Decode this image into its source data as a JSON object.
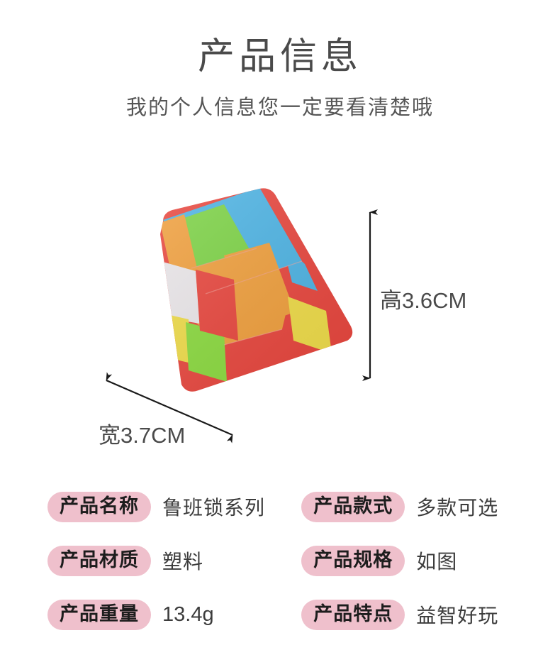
{
  "header": {
    "title": "产品信息",
    "subtitle": "我的个人信息您一定要看清楚哦"
  },
  "product_image": {
    "alt_name": "luban-lock-puzzle-cube",
    "shape": "truncated-pyramid",
    "colors": {
      "blue": "#4db9ec",
      "green": "#7fda45",
      "orange": "#f9a43c",
      "red": "#f1463d",
      "yellow": "#f8e449",
      "white": "#f3eff2",
      "light_green": "#8ee23e"
    }
  },
  "dimensions": {
    "height_label": "高3.6CM",
    "width_label": "宽3.7CM",
    "line_color": "#1a1a1a"
  },
  "specs": {
    "rows": [
      {
        "left": {
          "label": "产品名称",
          "value": "鲁班锁系列"
        },
        "right": {
          "label": "产品款式",
          "value": "多款可选"
        }
      },
      {
        "left": {
          "label": "产品材质",
          "value": "塑料"
        },
        "right": {
          "label": "产品规格",
          "value": "如图"
        }
      },
      {
        "left": {
          "label": "产品重量",
          "value": "13.4g"
        },
        "right": {
          "label": "产品特点",
          "value": "益智好玩"
        }
      }
    ]
  },
  "theme": {
    "pill_background": "#efc0cc",
    "page_background": "#ffffff",
    "title_color": "#4a4a4a",
    "text_color": "#3c3c3c"
  }
}
